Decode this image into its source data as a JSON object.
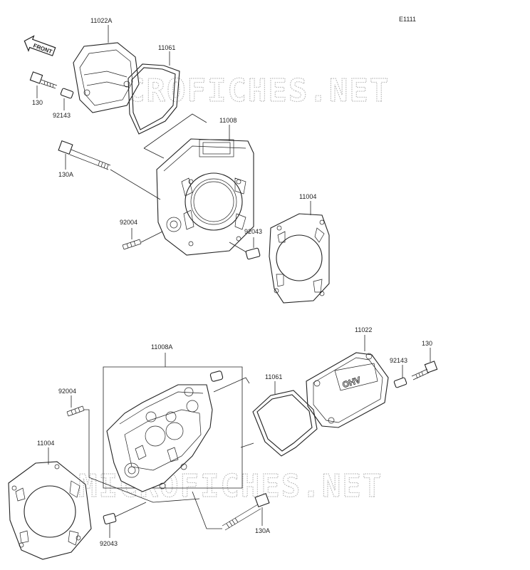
{
  "diagram_code": "E1111",
  "front_arrow": "FRONT",
  "watermark": "MICROFICHES.NET",
  "labels": {
    "p11022A": "11022A",
    "p11061_top": "11061",
    "p130_top": "130",
    "p92143_top": "92143",
    "p11008": "11008",
    "p130A_top": "130A",
    "p11004_top": "11004",
    "p92004_top": "92004",
    "p92043_top": "92043",
    "p11022": "11022",
    "p130_bottom": "130",
    "p92143_bottom": "92143",
    "p11061_bottom": "11061",
    "p11008A": "11008A",
    "p92004_bottom": "92004",
    "p11004_bottom": "11004",
    "p92043_bottom": "92043",
    "p130A_bottom": "130A",
    "valve_cover_emblem": "OHV"
  }
}
